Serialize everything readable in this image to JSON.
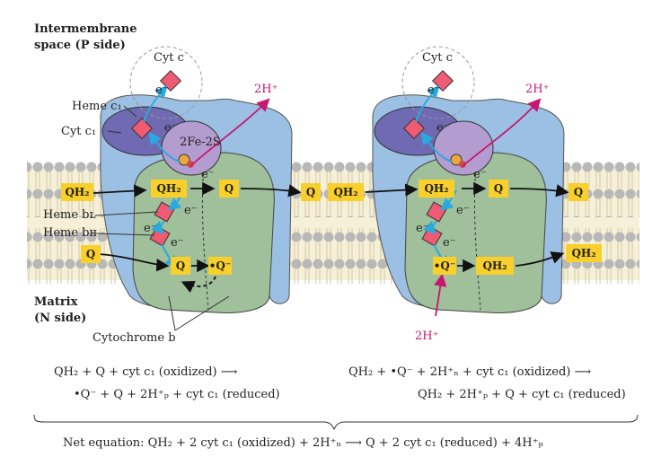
{
  "labels": {
    "intermembrane_line1": "Intermembrane",
    "intermembrane_line2": "space (P side)",
    "matrix_line1": "Matrix",
    "matrix_line2": "(N side)",
    "cyt_c": "Cyt c",
    "heme_c1": "Heme c₁",
    "cyt_c1": "Cyt c₁",
    "fe_s": "2Fe-2S",
    "heme_bl": "Heme bʟ",
    "heme_bh": "Heme bʜ",
    "cytochrome_b": "Cytochrome b",
    "two_h_plus": "2H⁺",
    "electron": "e⁻"
  },
  "molecules": {
    "qh2": "QH₂",
    "q": "Q",
    "semiquinone": "•Q⁻"
  },
  "equations": {
    "left_line1": "QH₂ + Q + cyt c₁ (oxidized) ⟶",
    "left_line2": "•Q⁻ + Q + 2H⁺ₚ + cyt c₁ (reduced)",
    "right_line1": "QH₂ + •Q⁻ + 2H⁺ₙ + cyt c₁ (oxidized) ⟶",
    "right_line2": "QH₂ + 2H⁺ₚ + Q + cyt c₁ (reduced)",
    "net": "Net equation: QH₂ + 2 cyt c₁ (oxidized) + 2H⁺ₙ ⟶ Q + 2 cyt c₁ (reduced) + 4H⁺ₚ"
  },
  "colors": {
    "membrane_fill": "#f6f0d8",
    "lipid_head": "#b8b8b8",
    "complex_blue": "#9cc0e4",
    "cytochrome_b_green": "#9fc09a",
    "cyt_c1_purple": "#6f6ab2",
    "fes_lavender": "#b39ccf",
    "heme_pink": "#ef5b73",
    "quinone_yellow": "#f8cf2b",
    "proton_magenta": "#c8176e",
    "electron_cyan": "#29a9e0"
  }
}
